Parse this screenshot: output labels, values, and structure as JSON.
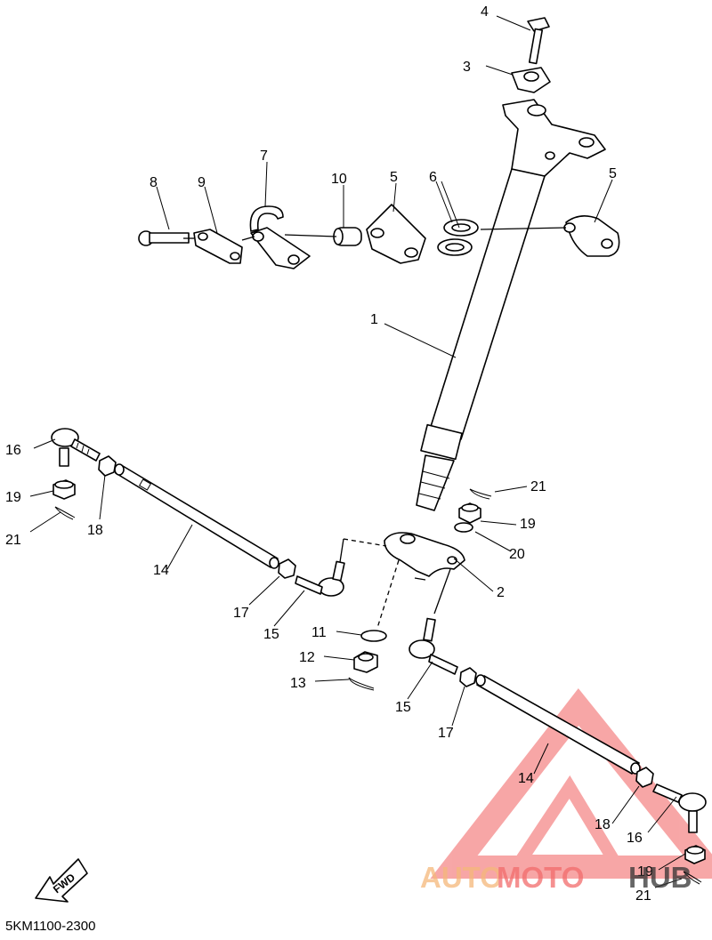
{
  "diagram": {
    "catalog_code": "5KM1100-2300",
    "fwd_label": "FWD",
    "callouts": {
      "c1": "1",
      "c2": "2",
      "c3": "3",
      "c4": "4",
      "c5a": "5",
      "c5b": "5",
      "c6": "6",
      "c7": "7",
      "c8": "8",
      "c9": "9",
      "c10": "10",
      "c11": "11",
      "c12": "12",
      "c13": "13",
      "c14a": "14",
      "c14b": "14",
      "c15a": "15",
      "c15b": "15",
      "c16a": "16",
      "c16b": "16",
      "c17a": "17",
      "c17b": "17",
      "c18a": "18",
      "c18b": "18",
      "c19a": "19",
      "c19b": "19",
      "c19c": "19",
      "c20": "20",
      "c21a": "21",
      "c21b": "21",
      "c21c": "21"
    }
  },
  "watermark": {
    "part1": "AUTO",
    "part2": "MOTO",
    "part3": "HUB",
    "color_main": "#f26c6c",
    "color_accent": "#f5b87a",
    "color_dark": "#333333"
  }
}
